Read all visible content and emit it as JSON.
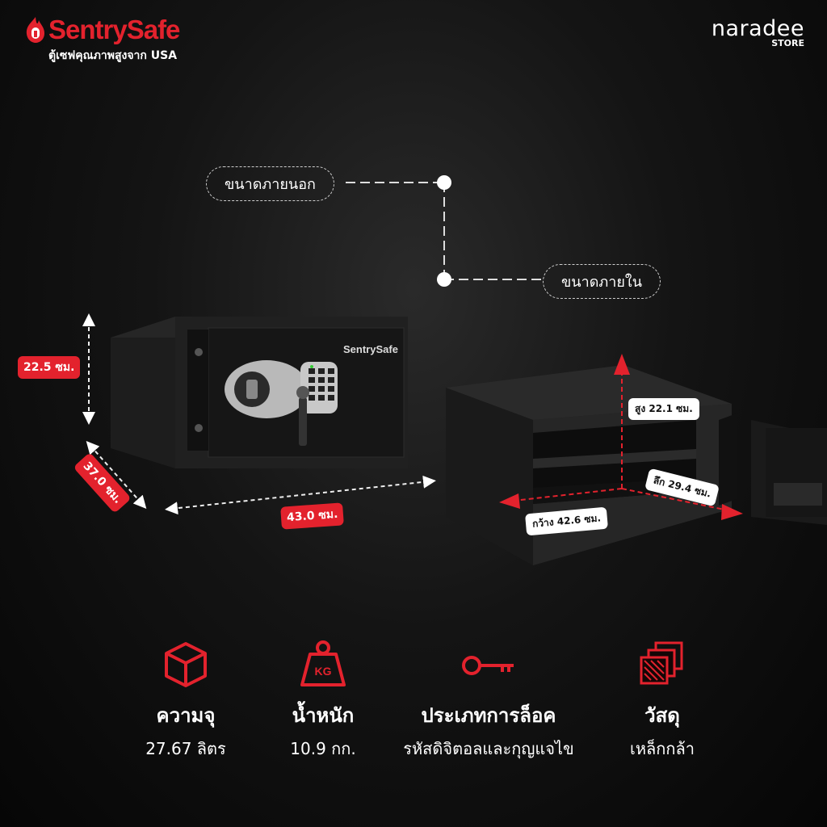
{
  "brand": {
    "name": "SentrySafe",
    "tagline": "ตู้เซฟคุณภาพสูงจาก USA",
    "safe_logo": "SentrySafe"
  },
  "store": {
    "name": "naradee",
    "sub": "STORE"
  },
  "callouts": {
    "outer": "ขนาดภายนอก",
    "inner": "ขนาดภายใน"
  },
  "outer_dimensions": {
    "height": "22.5 ซม.",
    "depth": "37.0 ซม.",
    "width": "43.0 ซม."
  },
  "inner_dimensions": {
    "height": "สูง 22.1 ซม.",
    "depth": "ลึก 29.4 ซม.",
    "width": "กว้าง 42.6 ซม."
  },
  "specs": [
    {
      "icon": "box-icon",
      "title": "ความจุ",
      "value": "27.67 ลิตร"
    },
    {
      "icon": "weight-icon",
      "icon_text": "KG",
      "title": "น้ำหนัก",
      "value": "10.9 กก."
    },
    {
      "icon": "key-icon",
      "title": "ประเภทการล็อค",
      "value": "รหัสดิจิตอลและกุญแจไข"
    },
    {
      "icon": "steel-plates-icon",
      "title": "วัสดุ",
      "value": "เหล็กกล้า"
    }
  ],
  "colors": {
    "accent": "#e3222d",
    "background": "#0e0e0e"
  }
}
